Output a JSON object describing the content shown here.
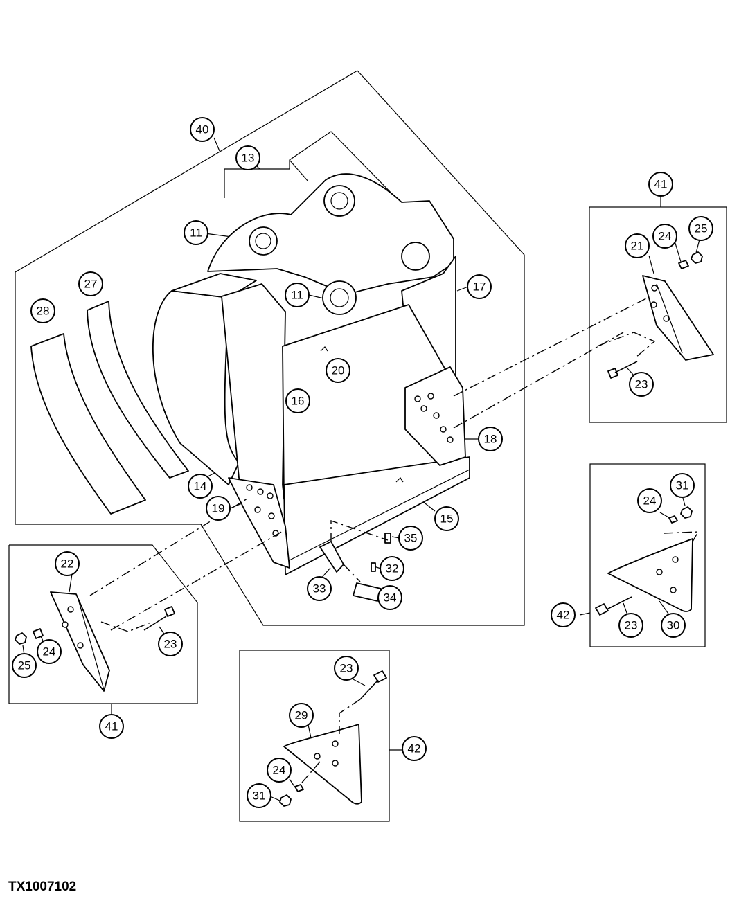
{
  "figure_id": "TX1007102",
  "callouts": {
    "c40": "40",
    "c13": "13",
    "c11a": "11",
    "c11b": "11",
    "c17": "17",
    "c27": "27",
    "c28": "28",
    "c16": "16",
    "c20": "20",
    "c18": "18",
    "c14": "14",
    "c19": "19",
    "c15": "15",
    "c35": "35",
    "c32": "32",
    "c33": "33",
    "c34": "34",
    "c41r": "41",
    "c21": "21",
    "c24r": "24",
    "c25r": "25",
    "c23r": "23",
    "c41l": "41",
    "c22": "22",
    "c24l": "24",
    "c25l": "25",
    "c23l": "23",
    "c42r": "42",
    "c31r": "31",
    "c24rb": "24",
    "c23rb": "23",
    "c30": "30",
    "c42b": "42",
    "c23b": "23",
    "c29": "29",
    "c24b": "24",
    "c31b": "31"
  }
}
